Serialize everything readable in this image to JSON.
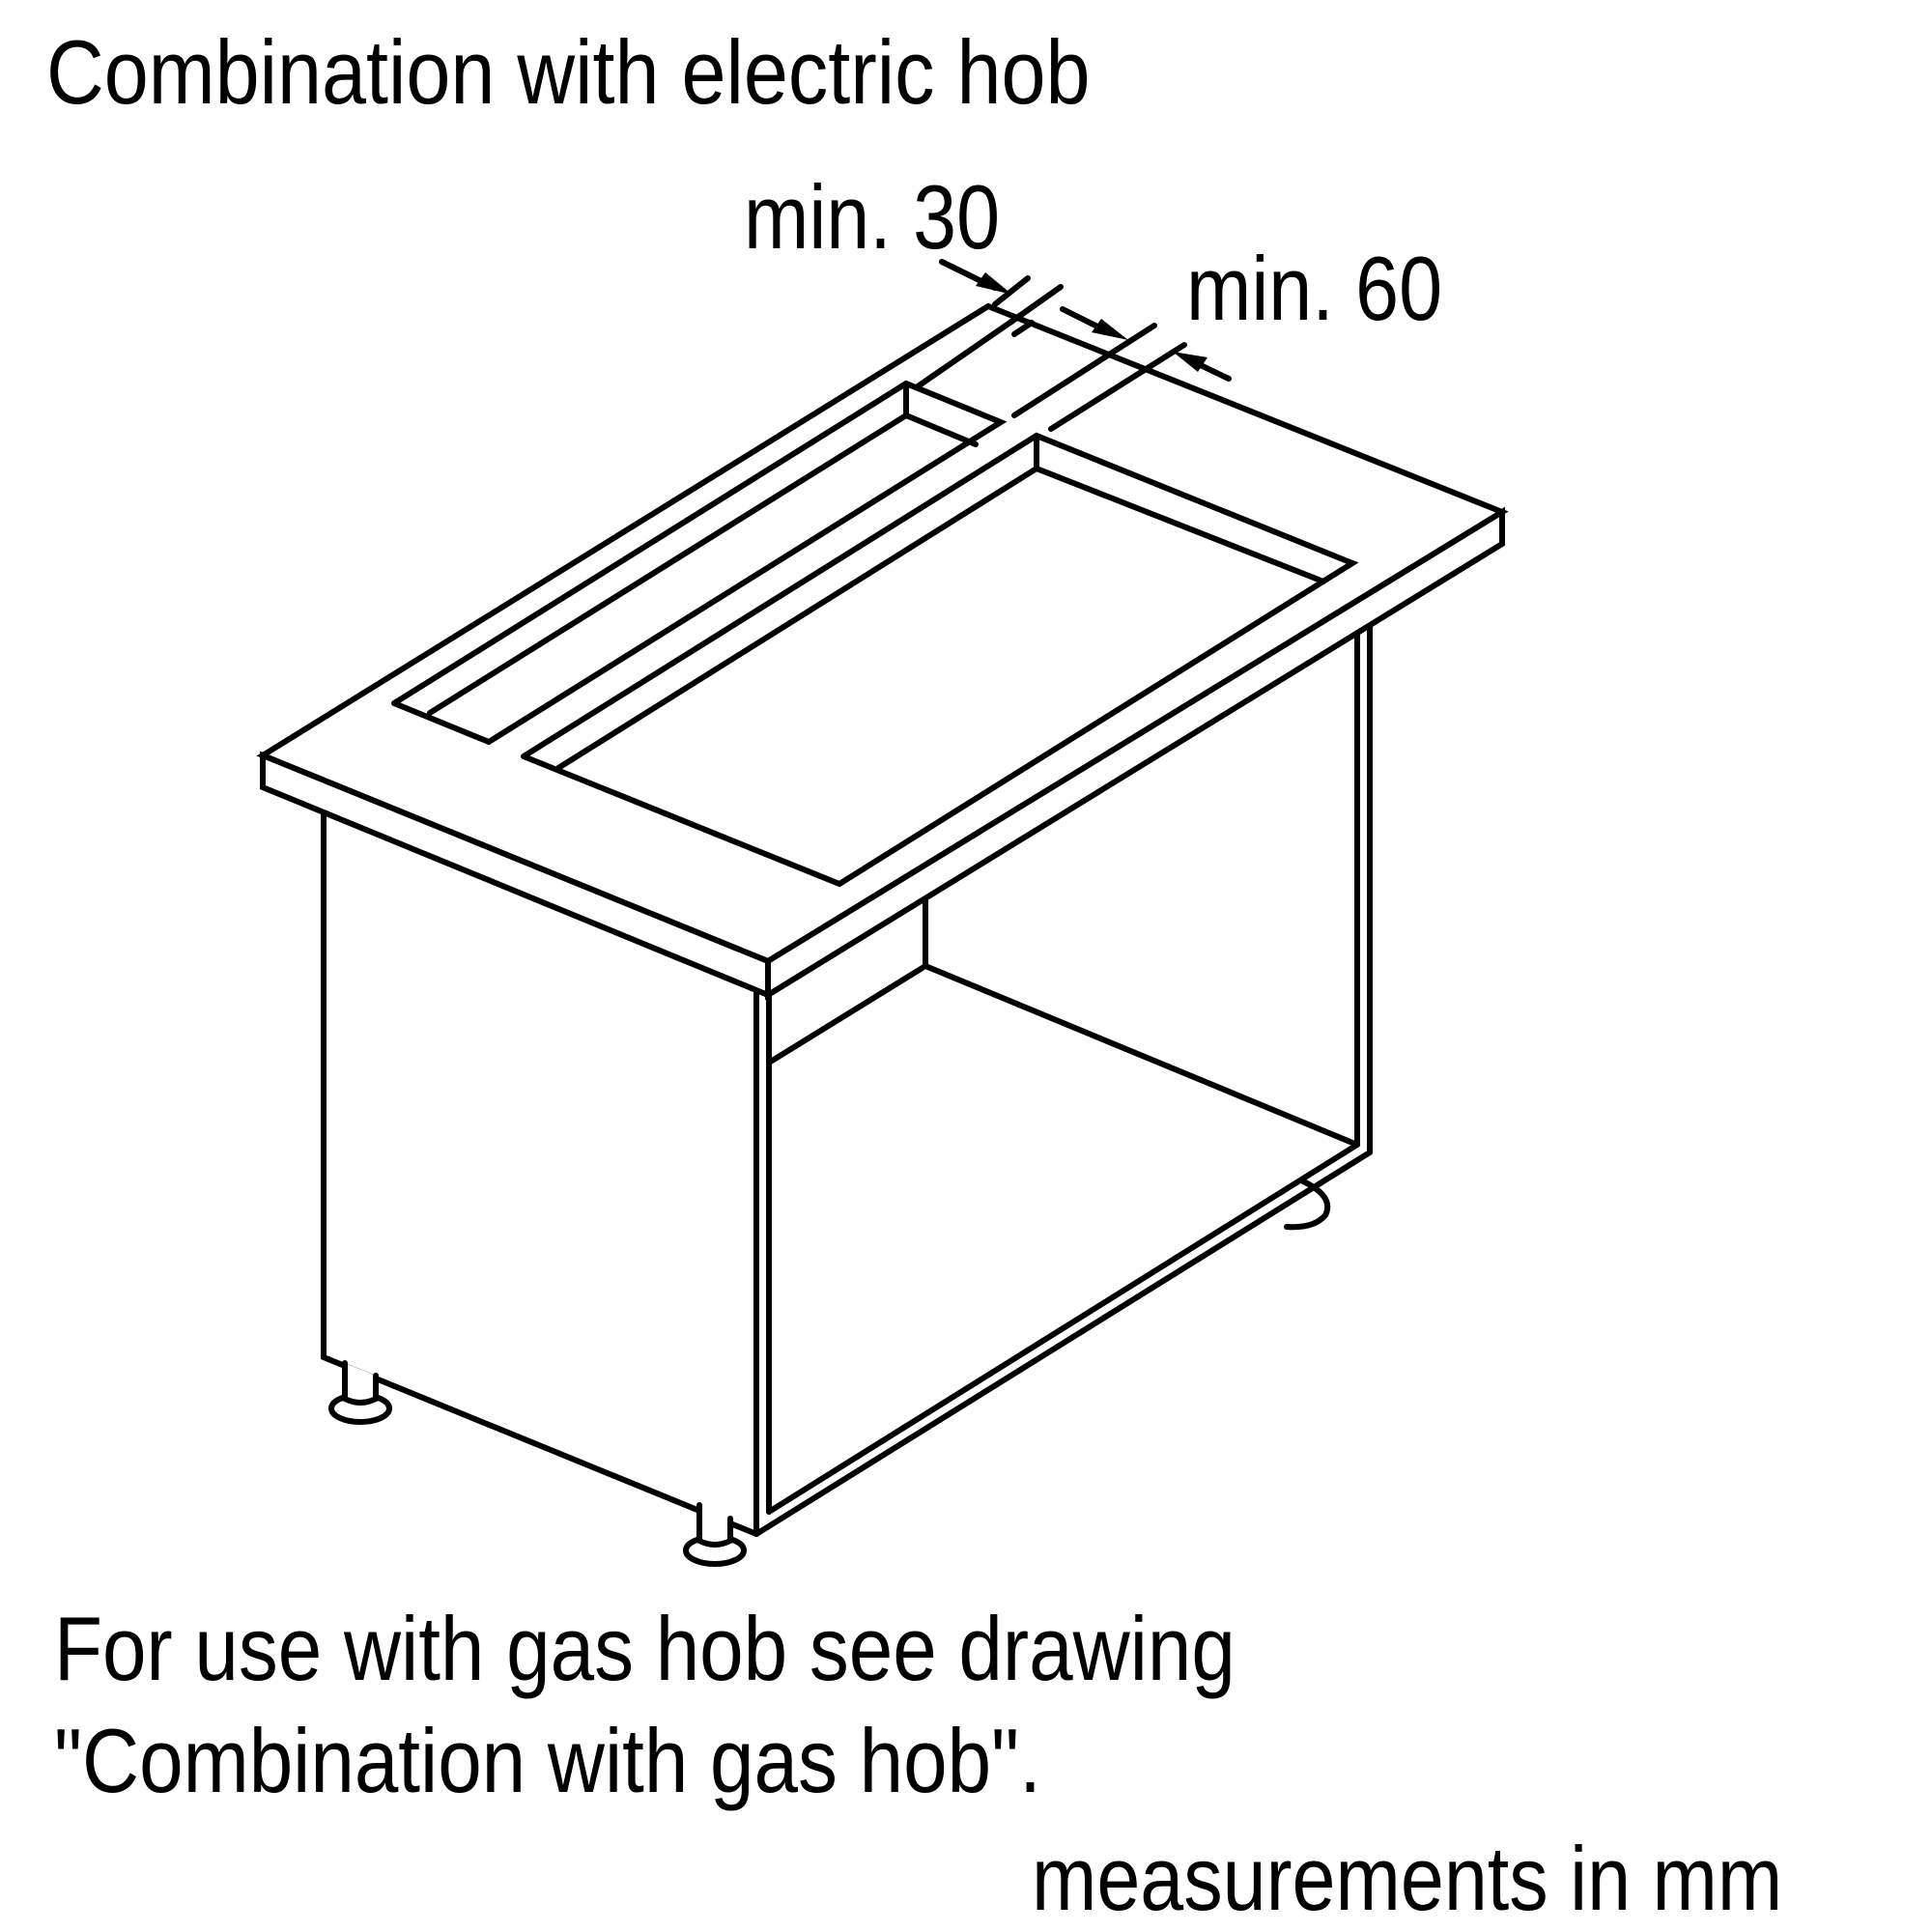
{
  "title": "Combination with electric hob",
  "dimensions": {
    "clearance_left": {
      "label": "min. 30",
      "value": 30,
      "unit": "mm"
    },
    "clearance_right": {
      "label": "min. 60",
      "value": 60,
      "unit": "mm"
    }
  },
  "note": {
    "line1": "For use with gas hob see drawing",
    "line2": "\"Combination with gas hob\"."
  },
  "units_label": "measurements in mm",
  "drawing": {
    "subject": "base cabinet with worktop, downdraft extractor cut-out and electric hob cut-out",
    "line_color": "#000000",
    "background": "#ffffff"
  }
}
